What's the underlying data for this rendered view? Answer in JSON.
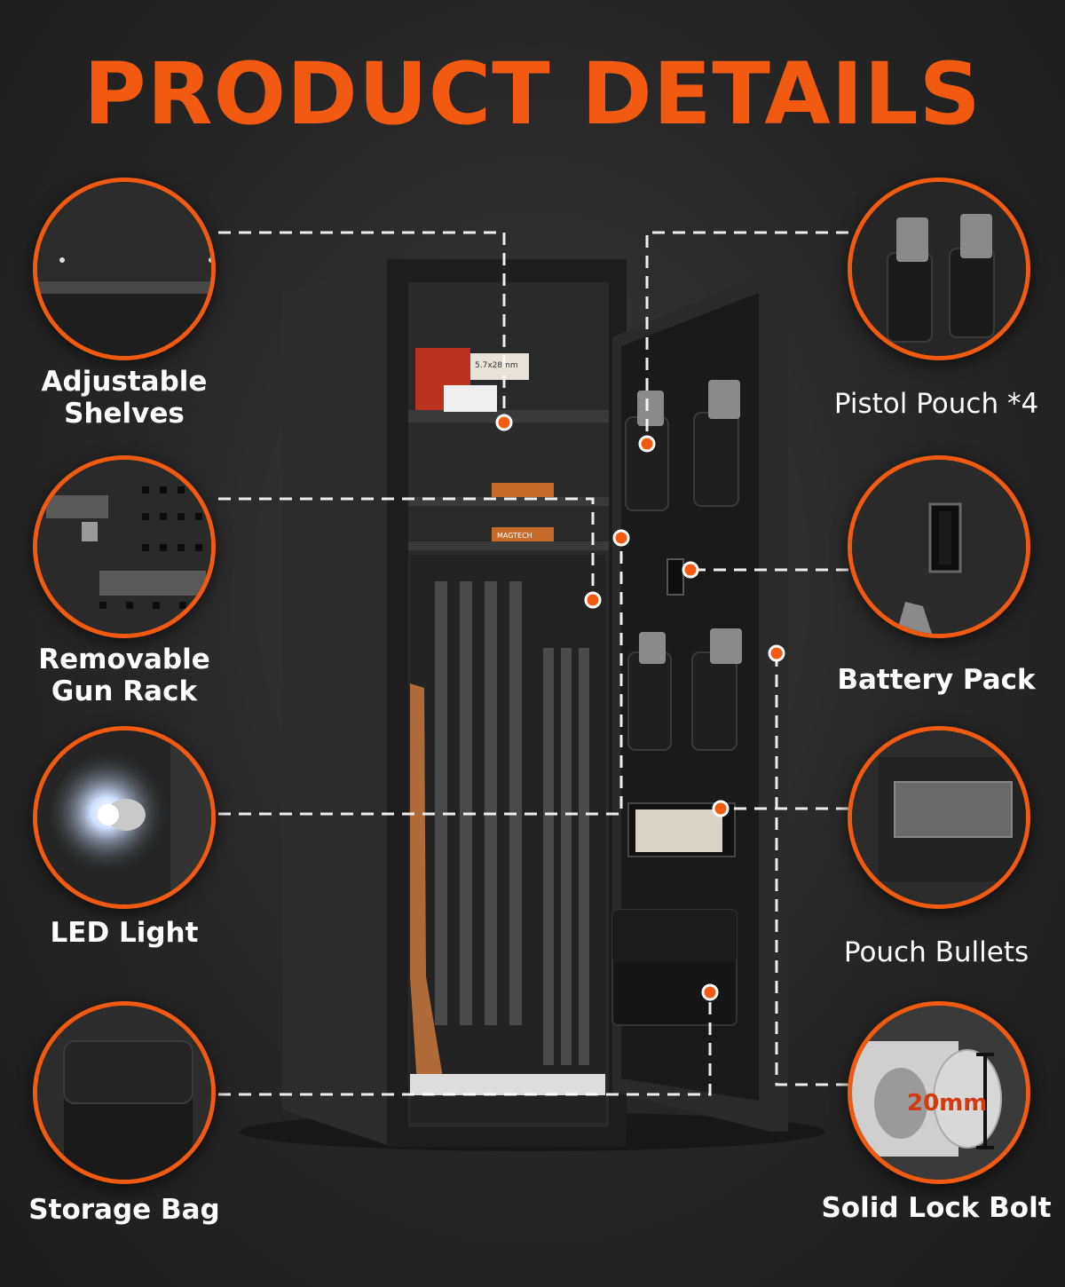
{
  "title": "PRODUCT DETAILS",
  "accent_color": "#f25a12",
  "left_features": [
    {
      "lines": [
        "Adjustable",
        "Shelves"
      ],
      "icon": "shelf-icon"
    },
    {
      "lines": [
        "Removable",
        "Gun Rack"
      ],
      "icon": "gun-rack-icon"
    },
    {
      "lines": [
        "LED Light"
      ],
      "icon": "led-light-icon"
    },
    {
      "lines": [
        "Storage Bag"
      ],
      "icon": "storage-bag-icon"
    }
  ],
  "right_features": [
    {
      "lines": [
        "Pistol Pouch *4"
      ],
      "icon": "pistol-pouch-icon"
    },
    {
      "lines": [
        "Battery Pack"
      ],
      "icon": "battery-pack-icon"
    },
    {
      "lines": [
        "Pouch Bullets"
      ],
      "icon": "pouch-bullets-icon"
    },
    {
      "lines": [
        "Solid Lock Bolt"
      ],
      "icon": "lock-bolt-icon",
      "measurement": "20mm"
    }
  ],
  "product_labels": {
    "ammo_box": "5.7x28mm",
    "brand_box": "MAGTECH"
  }
}
